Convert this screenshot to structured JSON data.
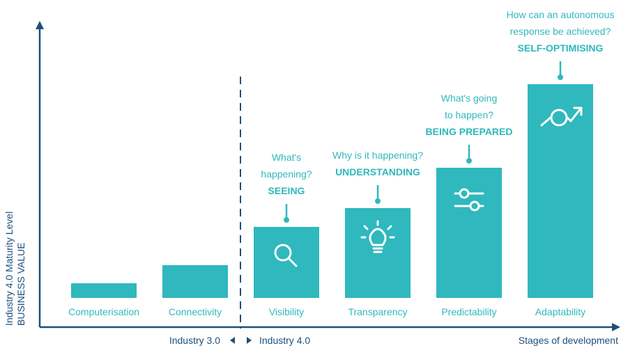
{
  "colors": {
    "accent": "#2fb8bd",
    "axis": "#1d4f7c"
  },
  "axes": {
    "y_line1": "Industry 4.0 Maturity Level",
    "y_line2": "BUSINESS VALUE",
    "x_right": "Stages of development",
    "era_left": "Industry 3.0",
    "era_right": "Industry 4.0"
  },
  "stages": [
    {
      "label": "Computerisation",
      "level": 1,
      "question": [],
      "heading": "",
      "icon": ""
    },
    {
      "label": "Connectivity",
      "level": 2,
      "question": [],
      "heading": "",
      "icon": ""
    },
    {
      "label": "Visibility",
      "level": 3,
      "question": [
        "What's",
        "happening?"
      ],
      "heading": "SEEING",
      "icon": "magnifier-icon"
    },
    {
      "label": "Transparency",
      "level": 4,
      "question": [
        "Why is it happening?"
      ],
      "heading": "UNDERSTANDING",
      "icon": "lightbulb-icon"
    },
    {
      "label": "Predictability",
      "level": 5,
      "question": [
        "What's going",
        "to happen?"
      ],
      "heading": "BEING PREPARED",
      "icon": "sliders-icon"
    },
    {
      "label": "Adaptability",
      "level": 6,
      "question": [
        "How can an autonomous",
        "response be achieved?"
      ],
      "heading": "SELF-OPTIMISING",
      "icon": "trend-up-icon"
    }
  ]
}
